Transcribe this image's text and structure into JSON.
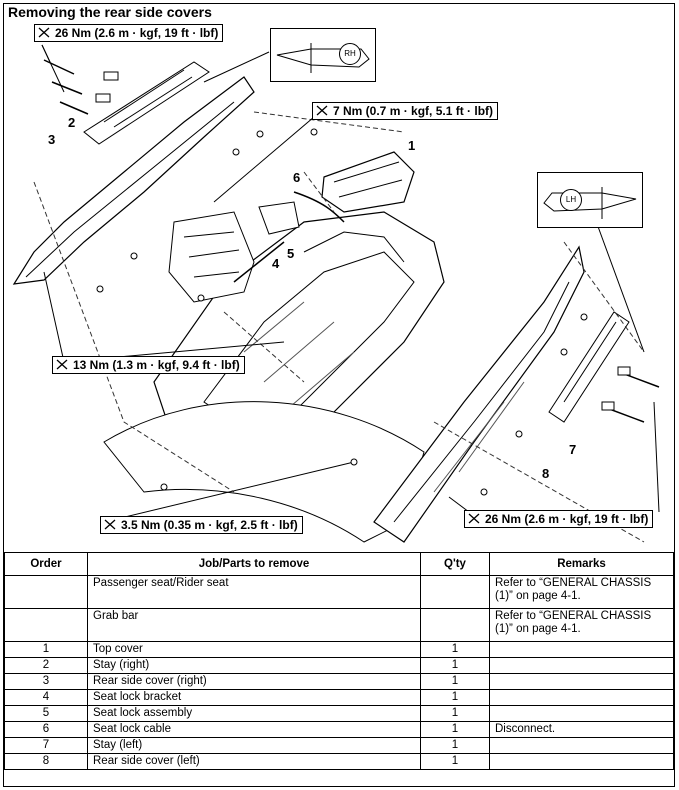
{
  "title": "Removing the rear side covers",
  "callouts": {
    "torque_stay_right": "26 Nm (2.6 m · kgf, 19 ft · lbf)",
    "torque_bracket": "7 Nm (0.7 m · kgf, 5.1 ft · lbf)",
    "torque_frame": "13 Nm (1.3 m · kgf, 9.4 ft · lbf)",
    "torque_cover": "3.5 Nm (0.35 m · kgf, 2.5 ft · lbf)",
    "torque_stay_left": "26 Nm (2.6 m · kgf, 19 ft · lbf)"
  },
  "inset_right_tag": "RH",
  "inset_left_tag": "LH",
  "part_numbers": [
    "1",
    "2",
    "3",
    "4",
    "5",
    "6",
    "7",
    "8"
  ],
  "table": {
    "headers": [
      "Order",
      "Job/Parts to remove",
      "Q'ty",
      "Remarks"
    ],
    "rows": [
      {
        "order": "",
        "part": "Passenger seat/Rider seat",
        "qty": "",
        "remarks": "Refer to “GENERAL CHASSIS (1)” on page 4-1."
      },
      {
        "order": "",
        "part": "Grab bar",
        "qty": "",
        "remarks": "Refer to “GENERAL CHASSIS (1)” on page 4-1."
      },
      {
        "order": "1",
        "part": "Top cover",
        "qty": "1",
        "remarks": ""
      },
      {
        "order": "2",
        "part": "Stay (right)",
        "qty": "1",
        "remarks": ""
      },
      {
        "order": "3",
        "part": "Rear side cover (right)",
        "qty": "1",
        "remarks": ""
      },
      {
        "order": "4",
        "part": "Seat lock bracket",
        "qty": "1",
        "remarks": ""
      },
      {
        "order": "5",
        "part": "Seat lock assembly",
        "qty": "1",
        "remarks": ""
      },
      {
        "order": "6",
        "part": "Seat lock cable",
        "qty": "1",
        "remarks": "Disconnect."
      },
      {
        "order": "7",
        "part": "Stay (left)",
        "qty": "1",
        "remarks": ""
      },
      {
        "order": "8",
        "part": "Rear side cover (left)",
        "qty": "1",
        "remarks": ""
      }
    ]
  }
}
